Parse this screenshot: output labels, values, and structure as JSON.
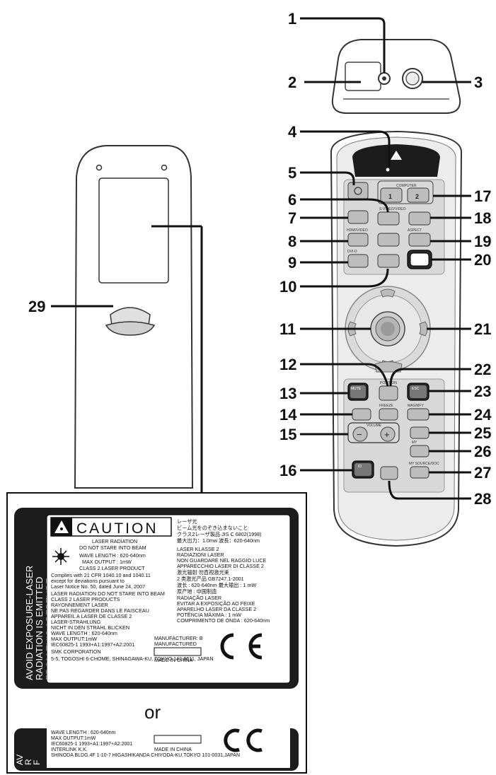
{
  "callouts": {
    "c1": "1",
    "c2": "2",
    "c3": "3",
    "c4": "4",
    "c5": "5",
    "c6": "6",
    "c7": "7",
    "c8": "8",
    "c9": "9",
    "c10": "10",
    "c11": "11",
    "c12": "12",
    "c13": "13",
    "c14": "14",
    "c15": "15",
    "c16": "16",
    "c17": "17",
    "c18": "18",
    "c19": "19",
    "c20": "20",
    "c21": "21",
    "c22": "22",
    "c23": "23",
    "c24": "24",
    "c25": "25",
    "c26": "26",
    "c27": "27",
    "c28": "28",
    "c29": "29"
  },
  "remote": {
    "computer_1": "1",
    "computer_2": "2",
    "volume_minus": "−",
    "volume_plus": "+"
  },
  "label": {
    "side_text_1": "AVOID EXPOSURE-LASER",
    "side_text_2": "RADIATION IS EMITTED",
    "side_text_3": "FROM THIS APERTURE",
    "caution": "CAUTION",
    "laser_radiation": "LASER RADIATION",
    "do_not_stare": "DO NOT STARE INTO BEAM",
    "wave_length": "WAVE LENGTH : 620-640nm",
    "max_output": "MAX OUTPUT : 1mW",
    "class2": "CLASS 2 LASER PRODUCT",
    "complies": "Complies with 21 CFR 1040.10 and 1040.11",
    "except": "except for deviations pursuant to",
    "notice": "Laser Notice No. 50, dated June 24, 2007",
    "en_1": "LASER RADIATION   DO NOT STARE INTO BEAM",
    "en_2": "CLASS 2 LASER PRODUCTS",
    "fr_1": "RAYONNEMENT LASER",
    "fr_2": "NE PAS REGARDER DANS LE FAISCEAU",
    "fr_3": "APPAREIL A LASER DE CLASSE 2",
    "de_1": "LASER-STRAHLUNG",
    "de_2": "NICHT IN DEN STRAHL BLICKEN",
    "de_3": "WAVE LENGTH : 620-640nm",
    "de_4": "MAX OUTPUT:1mW",
    "iec": "IEC60825-1 1993+A1:1997+A2:2001",
    "company": "SMK CORPORATION",
    "address": "5-5, TOGOSHI 6-CHOME, SHINAGAWA-KU, TOKYO 142-8511, JAPAN",
    "jp_1": "レーザ光",
    "jp_2": "ビーム光をのぞき込まないこと",
    "jp_3": "クラス2レーザ製品 JIS C 6802(1998)",
    "jp_4": "最大出力：1.0mw  波長：620-640nm",
    "it_1": "LASER KLASSE 2",
    "it_2": "RADIAZIONI LASER",
    "it_3": "NON GUARDARE NEL RAGGIO LUCE",
    "it_4": "APPARECCHIO LASER DI CLASSE 2",
    "cn_1": "激光辐射  勿直视激光束",
    "cn_2": "2 类激光产品       GB7247.1-2001",
    "cn_3": "波长 : 620-640nm   最大输出 : 1 mW",
    "cn_4": "原产地 : 中国制造",
    "pt_1": "RADIAÇÃO LASER",
    "pt_2": "EVITAR A EXPOSIÇÃO AO FEIXE",
    "pt_3": "APARELHO LASER DA CLASSE 2",
    "pt_4": "POTÊNCIA MÁXIMA : 1 mW",
    "pt_5": "COMPRIMENTO DE ONDA : 620-640nm",
    "manufacturer": "MANUFACTURER: B",
    "manufactured": "MANUFACTURED",
    "made_in": "MADE IN CHINA",
    "or": "or",
    "b_wave": "WAVE LENGTH : 620-640nm",
    "b_max": "MAX OUTPUT:1mW",
    "b_iec": "IEC60825-1 1993+A1:1997+A2:2001",
    "b_company": "INTERLINK K.K.",
    "b_address": "SHINODA BLDG.4F 1-10-7 HIGASHIKANDA CHIYODA-KU,TOKYO 101-0031,JAPAN",
    "b_made_in": "MADE IN CHINA",
    "b_side": "AV",
    "b_side2": "R",
    "b_side3": "F"
  }
}
